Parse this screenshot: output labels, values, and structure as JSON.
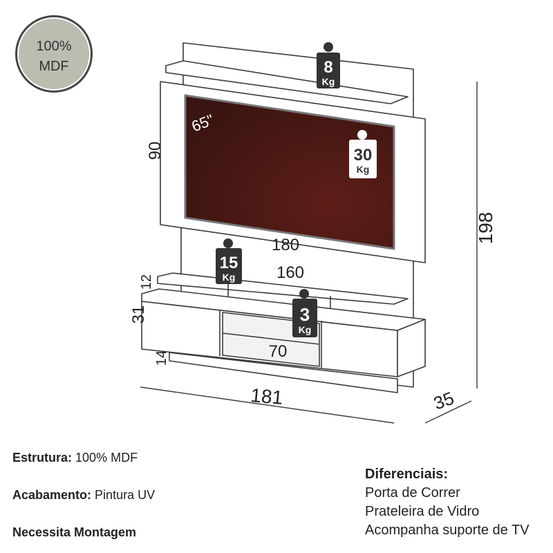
{
  "badge": {
    "line1": "100%",
    "line2": "MDF",
    "fill": "#b9beb1"
  },
  "dimensions": {
    "total_height": "198",
    "panel_height": "90",
    "panel_width": "180",
    "shelf_width": "160",
    "shelf_height": "12",
    "rack_height": "31",
    "base_height": "14",
    "niche_width": "70",
    "total_width": "181",
    "depth": "35",
    "tv_size": "65\""
  },
  "weights": [
    {
      "value": "8",
      "unit": "Kg"
    },
    {
      "value": "30",
      "unit": "Kg"
    },
    {
      "value": "15",
      "unit": "Kg"
    },
    {
      "value": "3",
      "unit": "Kg"
    }
  ],
  "specs": [
    {
      "label": "Estrutura:",
      "value": "100% MDF"
    },
    {
      "label": "Acabamento:",
      "value": "Pintura UV"
    },
    {
      "label": "Necessita Montagem",
      "value": ""
    }
  ],
  "differentials": {
    "title": "Diferenciais:",
    "items": [
      "Porta de Correr",
      "Prateleira de Vidro",
      "Acompanha suporte de TV"
    ]
  },
  "colors": {
    "line": "#3a3a3a",
    "screen": "#4a1712",
    "tag": "#333333"
  }
}
